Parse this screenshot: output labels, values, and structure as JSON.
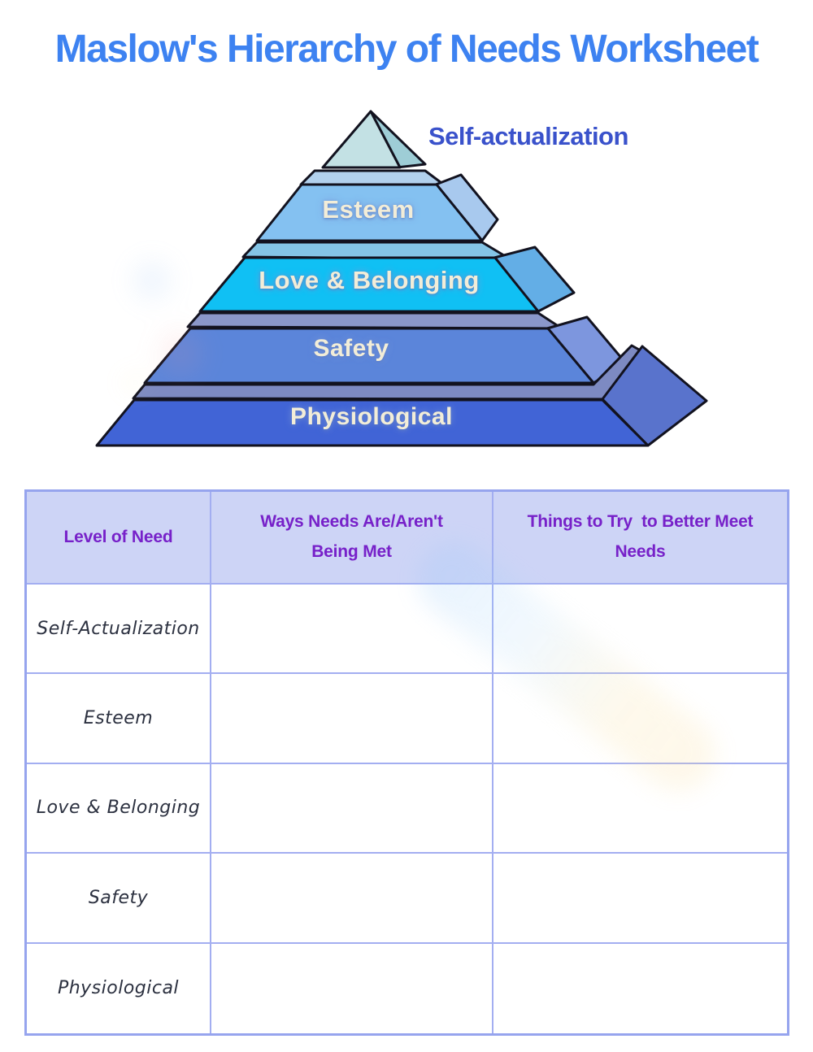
{
  "page": {
    "title": "Maslow's Hierarchy of Needs Worksheet"
  },
  "pyramid": {
    "apex_label": "Self-actualization",
    "apex_color": "#c3e1e4",
    "levels": [
      {
        "name": "Esteem",
        "color": "#84c1f1"
      },
      {
        "name": "Love & Belonging",
        "color": "#10c0f4"
      },
      {
        "name": "Safety",
        "color": "#5b85da"
      },
      {
        "name": "Physiological",
        "color": "#4164d6"
      }
    ]
  },
  "table": {
    "headers": [
      "Level of Need",
      "Ways Needs Are/Aren't\nBeing Met",
      "Things to Try  to Better Meet\nNeeds"
    ],
    "rows": [
      {
        "level": "Self-Actualization"
      },
      {
        "level": "Esteem"
      },
      {
        "level": "Love & Belonging"
      },
      {
        "level": "Safety"
      },
      {
        "level": "Physiological"
      }
    ]
  },
  "colors": {
    "title_blue": "#3d82f1",
    "apex_label_blue": "#3a52cb",
    "header_purple": "#7721c9",
    "header_bg": "#cdd4f6",
    "table_border": "#96a4ee",
    "pyramid_label_cream": "#f2edd8"
  }
}
